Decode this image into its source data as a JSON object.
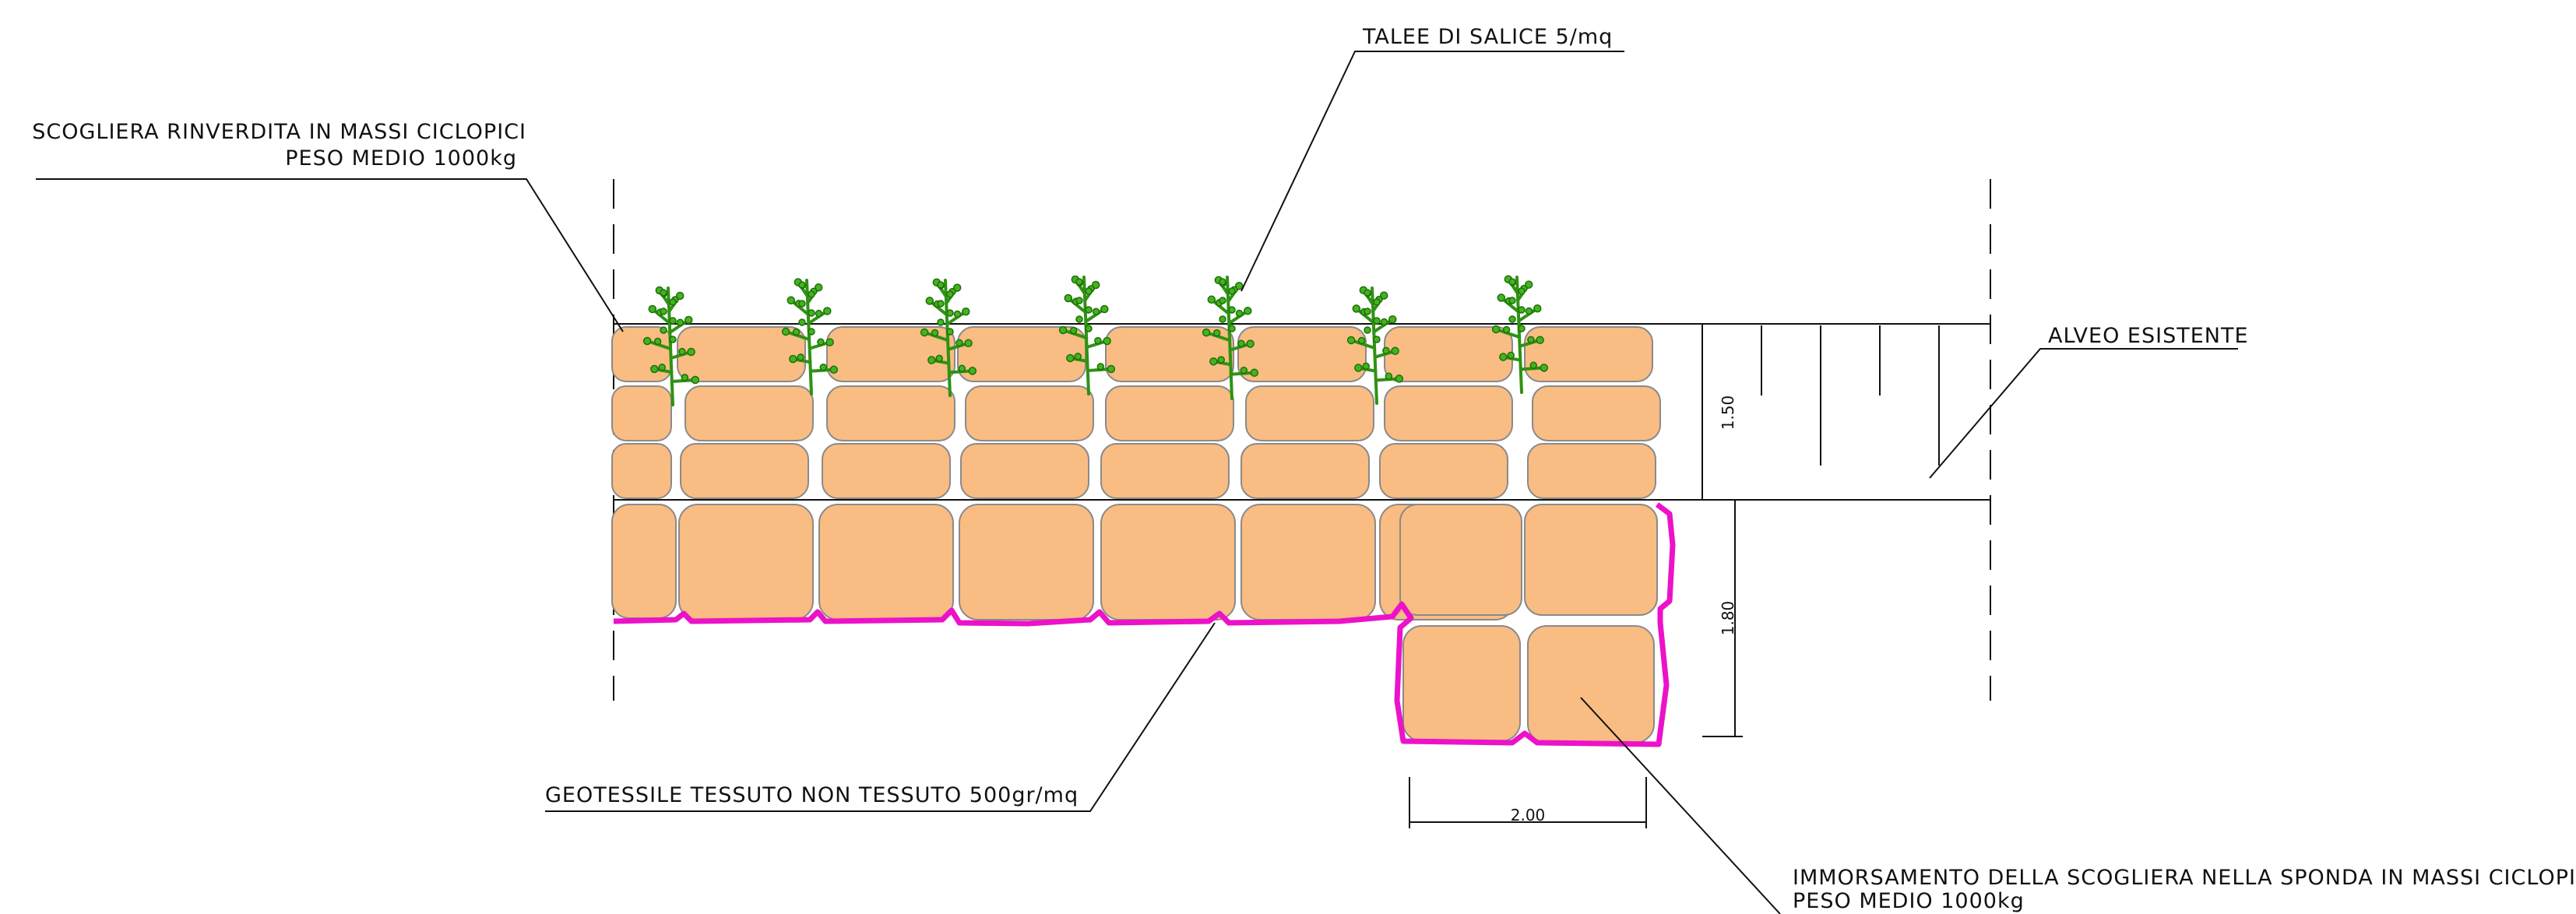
{
  "labels": {
    "talee": "TALEE  DI  SALICE  5/mq",
    "scogliera_l1": "SCOGLIERA  RINVERDITA  IN  MASSI  CICLOPICI",
    "scogliera_l2": "PESO  MEDIO  1000kg",
    "alveo": "ALVEO  ESISTENTE",
    "geotessile": "GEOTESSILE  TESSUTO  NON  TESSUTO  500gr/mq",
    "immorsamento_l1": "IMMORSAMENTO  DELLA  SCOGLIERA  NELLA  SPONDA  IN  MASSI  CICLOPICI",
    "immorsamento_l2": "PESO  MEDIO  1000kg"
  },
  "dimensions": {
    "upper_height": "1.50",
    "lower_height": "1.80",
    "key_width": "2.00"
  },
  "colors": {
    "rock_fill": "#F9BC82",
    "rock_outline": "#8a8a8a",
    "geotextile": "#EC12C9",
    "vegetation": "#2E9212",
    "line": "#111111"
  }
}
